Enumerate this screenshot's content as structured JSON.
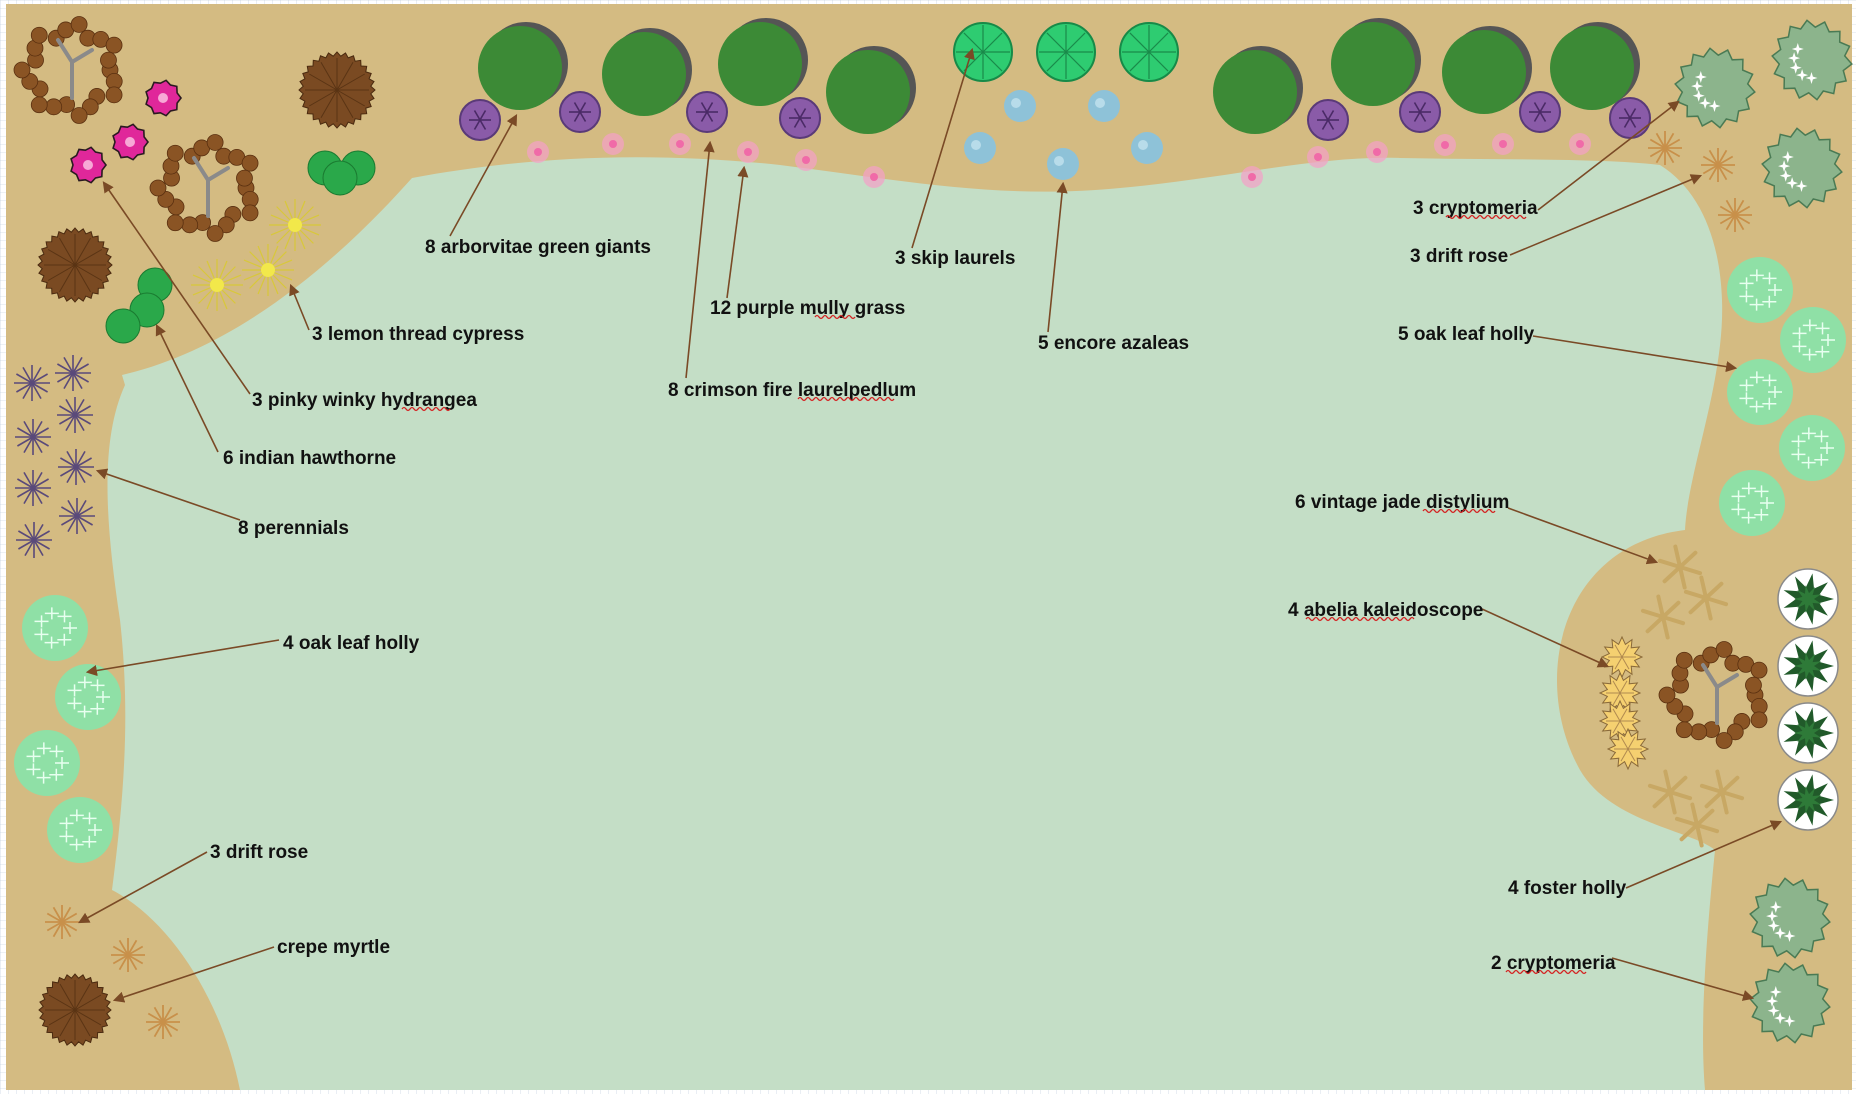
{
  "colors": {
    "bed": "#d4bb82",
    "lawn": "#c4dec6",
    "arrow": "#7a4a26",
    "tree_dark": "#3c8a36",
    "tree_shadow": "#555555",
    "laurel": "#2ecc71",
    "mully": "#8a5ba8",
    "crimson": "#f06aa8",
    "azalea": "#8ec2d8",
    "hydrangea": "#e0279a",
    "hawthorne": "#2aa84a",
    "lemon": "#f2e84a",
    "perennial": "#5a4a7a",
    "holly_oak": "#8fe0a6",
    "cryptomeria": "#8cb48c",
    "drift_rose": "#c8904a",
    "myrtle": "#7a4a22",
    "foster": "#215a2a",
    "abelia": "#f5d070",
    "distylium": "#c8a864"
  },
  "labels": {
    "arborvitae": "8 arborvitae green giants",
    "skip_laurels": "3 skip laurels",
    "cryptomeria_top": "3 cryptomeria",
    "drift_rose_top": "3 drift rose",
    "mully": "12 purple mully grass",
    "encore": "5 encore azaleas",
    "oak_leaf_right": "5 oak leaf holly",
    "lemon": "3 lemon thread cypress",
    "crimson": "8 crimson fire laurelpedlum",
    "hydrangea": "3 pinky winky hydrangea",
    "hawthorne": "6 indian hawthorne",
    "perennials": "8 perennials",
    "distylium": "6 vintage jade distylium",
    "abelia": "4 abelia kaleidoscope",
    "oak_leaf_left": "4 oak leaf holly",
    "drift_rose_left": "3 drift rose",
    "crepe": "crepe myrtle",
    "foster": "4 foster holly",
    "cryptomeria_bottom": "2 cryptomeria"
  }
}
